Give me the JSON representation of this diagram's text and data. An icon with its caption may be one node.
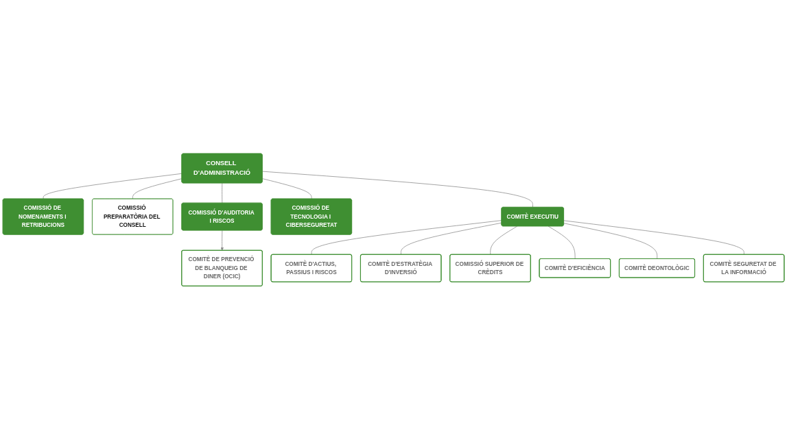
{
  "diagram": {
    "nodes": [
      {
        "text": [
          "COMISSIÓ DE NOMENAMENTS I RETRIBUCIONS"
        ]
      },
      {
        "text": [
          "CONSELL D'ADMINISTRACIÓ"
        ]
      },
      {
        "text": [
          "COMISSIÓ PREPARATÒRIA DEL CONSELL"
        ]
      },
      {
        "text": [
          "COMISSIÓ D'AUDITORIA I RISCOS"
        ]
      },
      {
        "text": [
          "COMISSIÓ DE TECNOLOGIA I CIBERSEGURETAT"
        ]
      },
      {
        "text": [
          "COMITÈ DE PREVENCIÓ DE BLANQUEIG DE DINER (OCIC)"
        ]
      },
      {
        "text": [
          "COMITÈ EXECUTIU"
        ]
      },
      {
        "text": [
          "COMITÈ D'ACTIUS, PASSIUS I RISCOS"
        ]
      },
      {
        "text": [
          "COMITÈ D'ESTRATÈGIA D'INVERSIÓ"
        ]
      },
      {
        "text": [
          "COMISSIÓ SUPERIOR DE CRÈDITS"
        ]
      },
      {
        "text": [
          "COMITÈ D'EFICIÈNCIA"
        ]
      },
      {
        "text": [
          "COMITÈ DEONTOLÒGIC"
        ]
      },
      {
        "text": [
          "COMITÈ SEGURETAT DE LA INFORMACIÓ"
        ]
      }
    ],
    "edges": [
      {
        "from": 1,
        "to": 0,
        "arrow": "none"
      },
      {
        "from": 1,
        "to": 2,
        "arrow": "none"
      },
      {
        "from": 1,
        "to": 3,
        "arrow": "none"
      },
      {
        "from": 1,
        "to": 4,
        "arrow": "none"
      },
      {
        "from": 3,
        "to": 5,
        "arrow": "to"
      },
      {
        "from": 1,
        "to": 6,
        "arrow": "none"
      },
      {
        "from": 6,
        "to": 7,
        "arrow": "none"
      },
      {
        "from": 6,
        "to": 8,
        "arrow": "none"
      },
      {
        "from": 6,
        "to": 9,
        "arrow": "none"
      },
      {
        "from": 6,
        "to": 10,
        "arrow": "none"
      },
      {
        "from": 6,
        "to": 11,
        "arrow": "none"
      },
      {
        "from": 6,
        "to": 12,
        "arrow": "none"
      }
    ]
  }
}
